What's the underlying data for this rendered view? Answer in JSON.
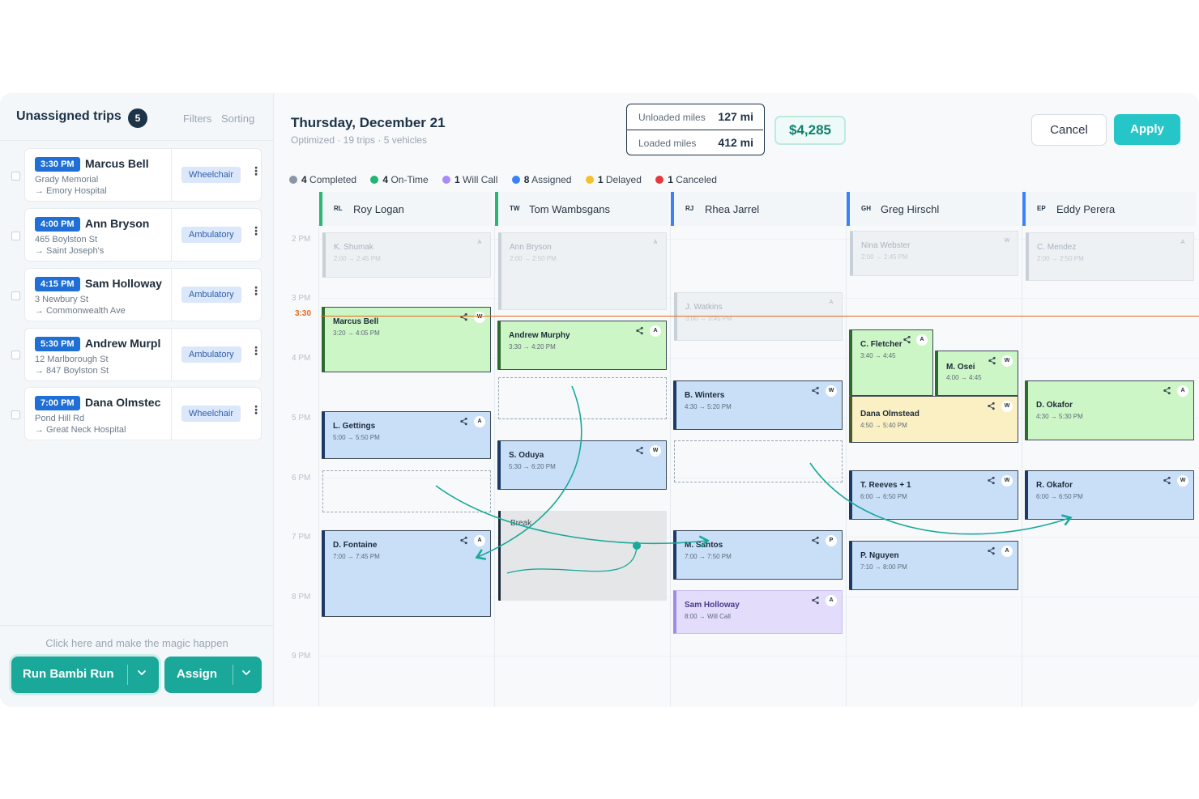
{
  "sidebar": {
    "title": "Unassigned trips",
    "count": "5",
    "filters": "Filters",
    "sorting": "Sorting",
    "trips": [
      {
        "time": "3:30 PM",
        "name": "Marcus Bell",
        "from": "Grady Memorial",
        "to": "→ Emory Hospital",
        "type": "Wheelchair"
      },
      {
        "time": "4:00 PM",
        "name": "Ann Bryson",
        "from": "465 Boylston St",
        "to": "→ Saint Joseph's",
        "type": "Ambulatory"
      },
      {
        "time": "4:15 PM",
        "name": "Sam Holloway",
        "from": "3 Newbury St",
        "to": "→ Commonwealth Ave",
        "type": "Ambulatory"
      },
      {
        "time": "5:30 PM",
        "name": "Andrew Murpl",
        "from": "12 Marlborough St",
        "to": "→ 847 Boylston St",
        "type": "Ambulatory"
      },
      {
        "time": "7:00 PM",
        "name": "Dana Olmstec",
        "from": "Pond Hill Rd",
        "to": "→ Great Neck Hospital",
        "type": "Wheelchair"
      }
    ],
    "hint": "Click here and make the magic happen",
    "run_label": "Run Bambi Run",
    "assign_label": "Assign"
  },
  "header": {
    "date": "Thursday, December 21",
    "subtitle": "Optimized · 19 trips · 5 vehicles",
    "unloaded_label": "Unloaded miles",
    "unloaded_value": "127 mi",
    "loaded_label": "Loaded miles",
    "loaded_value": "412 mi",
    "price": "$4,285",
    "cancel": "Cancel",
    "apply": "Apply"
  },
  "legend": [
    {
      "count": "4",
      "label": "Completed",
      "color": "#8a96a3"
    },
    {
      "count": "4",
      "label": "On-Time",
      "color": "#22b573"
    },
    {
      "count": "1",
      "label": "Will Call",
      "color": "#a78bfa"
    },
    {
      "count": "8",
      "label": "Assigned",
      "color": "#3b82f6"
    },
    {
      "count": "1",
      "label": "Delayed",
      "color": "#f5c02b"
    },
    {
      "count": "1",
      "label": "Canceled",
      "color": "#e5383b"
    }
  ],
  "time_labels": [
    "2 PM",
    "3 PM",
    "4 PM",
    "5 PM",
    "6 PM",
    "7 PM",
    "8 PM",
    "9 PM"
  ],
  "now_label": "3:30",
  "drivers": [
    {
      "initials": "RL",
      "name": "Roy Logan",
      "color": "#2bb673"
    },
    {
      "initials": "TW",
      "name": "Tom Wambsgans",
      "color": "#2bb673"
    },
    {
      "initials": "RJ",
      "name": "Rhea Jarrel",
      "color": "#3b82f6"
    },
    {
      "initials": "GH",
      "name": "Greg Hirschl",
      "color": "#3b82f6"
    },
    {
      "initials": "EP",
      "name": "Eddy Perera",
      "color": "#3b82f6"
    }
  ],
  "cards": {
    "rl1": {
      "name": "K. Shumak",
      "time": "2:00 → 2:45 PM",
      "tag": "A"
    },
    "rl2": {
      "name": "Marcus Bell",
      "time": "3:20 → 4:05 PM",
      "tag": "W"
    },
    "rl3": {
      "name": "L. Gettings",
      "time": "5:00 → 5:50 PM",
      "tag": "A"
    },
    "rl4": {
      "name": "D. Fontaine",
      "time": "7:00 → 7:45 PM",
      "tag": "A"
    },
    "tw1": {
      "name": "Ann Bryson",
      "time": "2:00 → 2:50 PM",
      "tag": "A"
    },
    "tw2": {
      "name": "Andrew Murphy",
      "time": "3:30 → 4:20 PM",
      "tag": "A"
    },
    "tw3": {
      "name": "S. Oduya",
      "time": "5:30 → 6:20 PM",
      "tag": "W"
    },
    "tw4": {
      "name": "Break"
    },
    "rj1": {
      "name": "J. Watkins",
      "time": "3:00 → 3:45 PM",
      "tag": "A"
    },
    "rj2": {
      "name": "B. Winters",
      "time": "4:30 → 5:20 PM",
      "tag": "W"
    },
    "rj3": {
      "name": "M. Santos",
      "time": "7:00 → 7:50 PM",
      "tag": "P"
    },
    "rj4": {
      "name": "Sam Holloway",
      "time": "8:00 → Will Call",
      "tag": "A"
    },
    "gh1": {
      "name": "Nina Webster",
      "time": "2:00 → 2:45 PM",
      "tag": "W"
    },
    "gh2": {
      "name": "C. Fletcher",
      "time": "3:40 → 4:45",
      "tag": "A"
    },
    "gh3": {
      "name": "M. Osei",
      "time": "4:00 → 4:45",
      "tag": "W"
    },
    "gh4": {
      "name": "Dana Olmstead",
      "time": "4:50 → 5:40 PM",
      "tag": "W"
    },
    "gh5": {
      "name": "T. Reeves + 1",
      "time": "6:00 → 6:50 PM",
      "tag": "W"
    },
    "gh6": {
      "name": "P. Nguyen",
      "time": "7:10 → 8:00 PM",
      "tag": "A"
    },
    "ep1": {
      "name": "C. Mendez",
      "time": "2:00 → 2:50 PM",
      "tag": "A"
    },
    "ep2": {
      "name": "D. Okafor",
      "time": "4:30 → 5:30 PM",
      "tag": "A"
    },
    "ep3": {
      "name": "R. Okafor",
      "time": "6:00 → 6:50 PM",
      "tag": "W"
    }
  },
  "colors": {
    "accent": "#1aa89a",
    "apply": "#26c6c8",
    "now_line": "#e86a1e",
    "time_badge": "#1f6fd6"
  }
}
